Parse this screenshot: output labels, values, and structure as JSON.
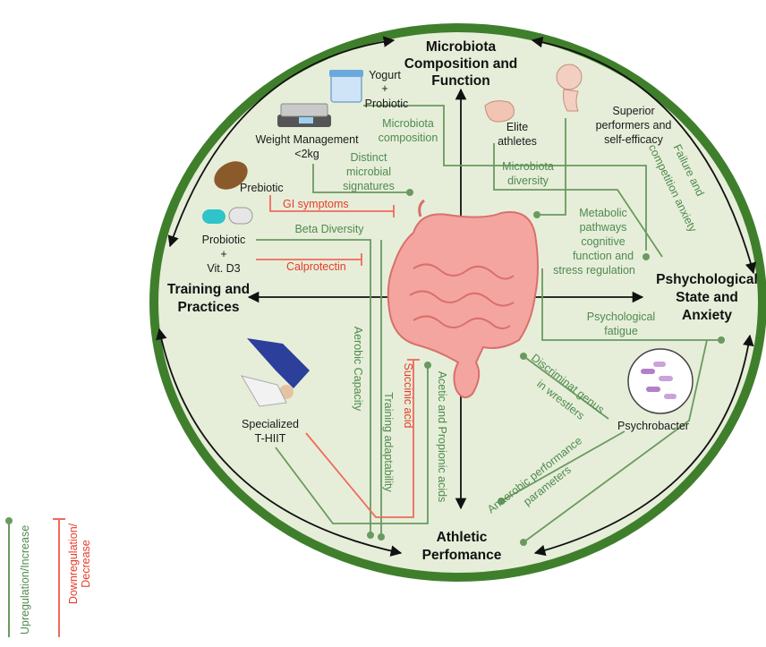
{
  "headings": {
    "microbiota_l1": "Microbiota",
    "microbiota_l2": "Composition and",
    "microbiota_l3": "Function",
    "training_l1": "Training and",
    "training_l2": "Practices",
    "psych_l1": "Pshychological",
    "psych_l2": "State and",
    "psych_l3": "Anxiety",
    "athletic_l1": "Athletic",
    "athletic_l2": "Perfomance"
  },
  "labels": {
    "yogurt_l1": "Yogurt",
    "yogurt_l2": "+",
    "yogurt_l3": "Probiotic",
    "weight_l1": "Weight Management",
    "weight_l2": "<2kg",
    "prebiotic": "Prebiotic",
    "probiotic_l1": "Probiotic",
    "probiotic_l2": "+",
    "probiotic_l3": "Vit. D3",
    "elite_l1": "Elite",
    "elite_l2": "athletes",
    "superior_l1": "Superior",
    "superior_l2": "performers and",
    "superior_l3": "self-efficacy",
    "thiit_l1": "Specialized",
    "thiit_l2": "T-HIIT",
    "psychrobacter": "Psychrobacter"
  },
  "effects": {
    "microbiota_comp_l1": "Microbiota",
    "microbiota_comp_l2": "composition",
    "distinct_l1": "Distinct",
    "distinct_l2": "microbial",
    "distinct_l3": "signatures",
    "gi_symptoms": "GI symptoms",
    "beta_diversity": "Beta Diversity",
    "calprotectin": "Calprotectin",
    "microbiota_div_l1": "Microbiota",
    "microbiota_div_l2": "diversity",
    "metabolic_l1": "Metabolic",
    "metabolic_l2": "pathways",
    "metabolic_l3": "cognitive",
    "metabolic_l4": "function and",
    "metabolic_l5": "stress regulation",
    "failure_l1": "Failure and",
    "failure_l2": "competition anxiety",
    "psych_fatigue_l1": "Psychological",
    "psych_fatigue_l2": "fatigue",
    "aerobic_capacity": "Aerobic Capacity",
    "training_adapt": "Training adaptability",
    "succinic_acid": "Succinic acid",
    "acetic": "Acetic and Propionic acids",
    "discrim_l1": "Discriminat genus",
    "discrim_l2": "in wrestlers",
    "anaerobic_l1": "Anaerobic performance",
    "anaerobic_l2": "parameters"
  },
  "legend": {
    "up": "Upregulation/Increase",
    "down_l1": "Downregulation/",
    "down_l2": "Decrease"
  },
  "colors": {
    "ring": "#3f7f2c",
    "fill": "#e6eed9",
    "up": "#6a9a5f",
    "down": "#f06a5a",
    "gut": "#f4a5a0"
  }
}
